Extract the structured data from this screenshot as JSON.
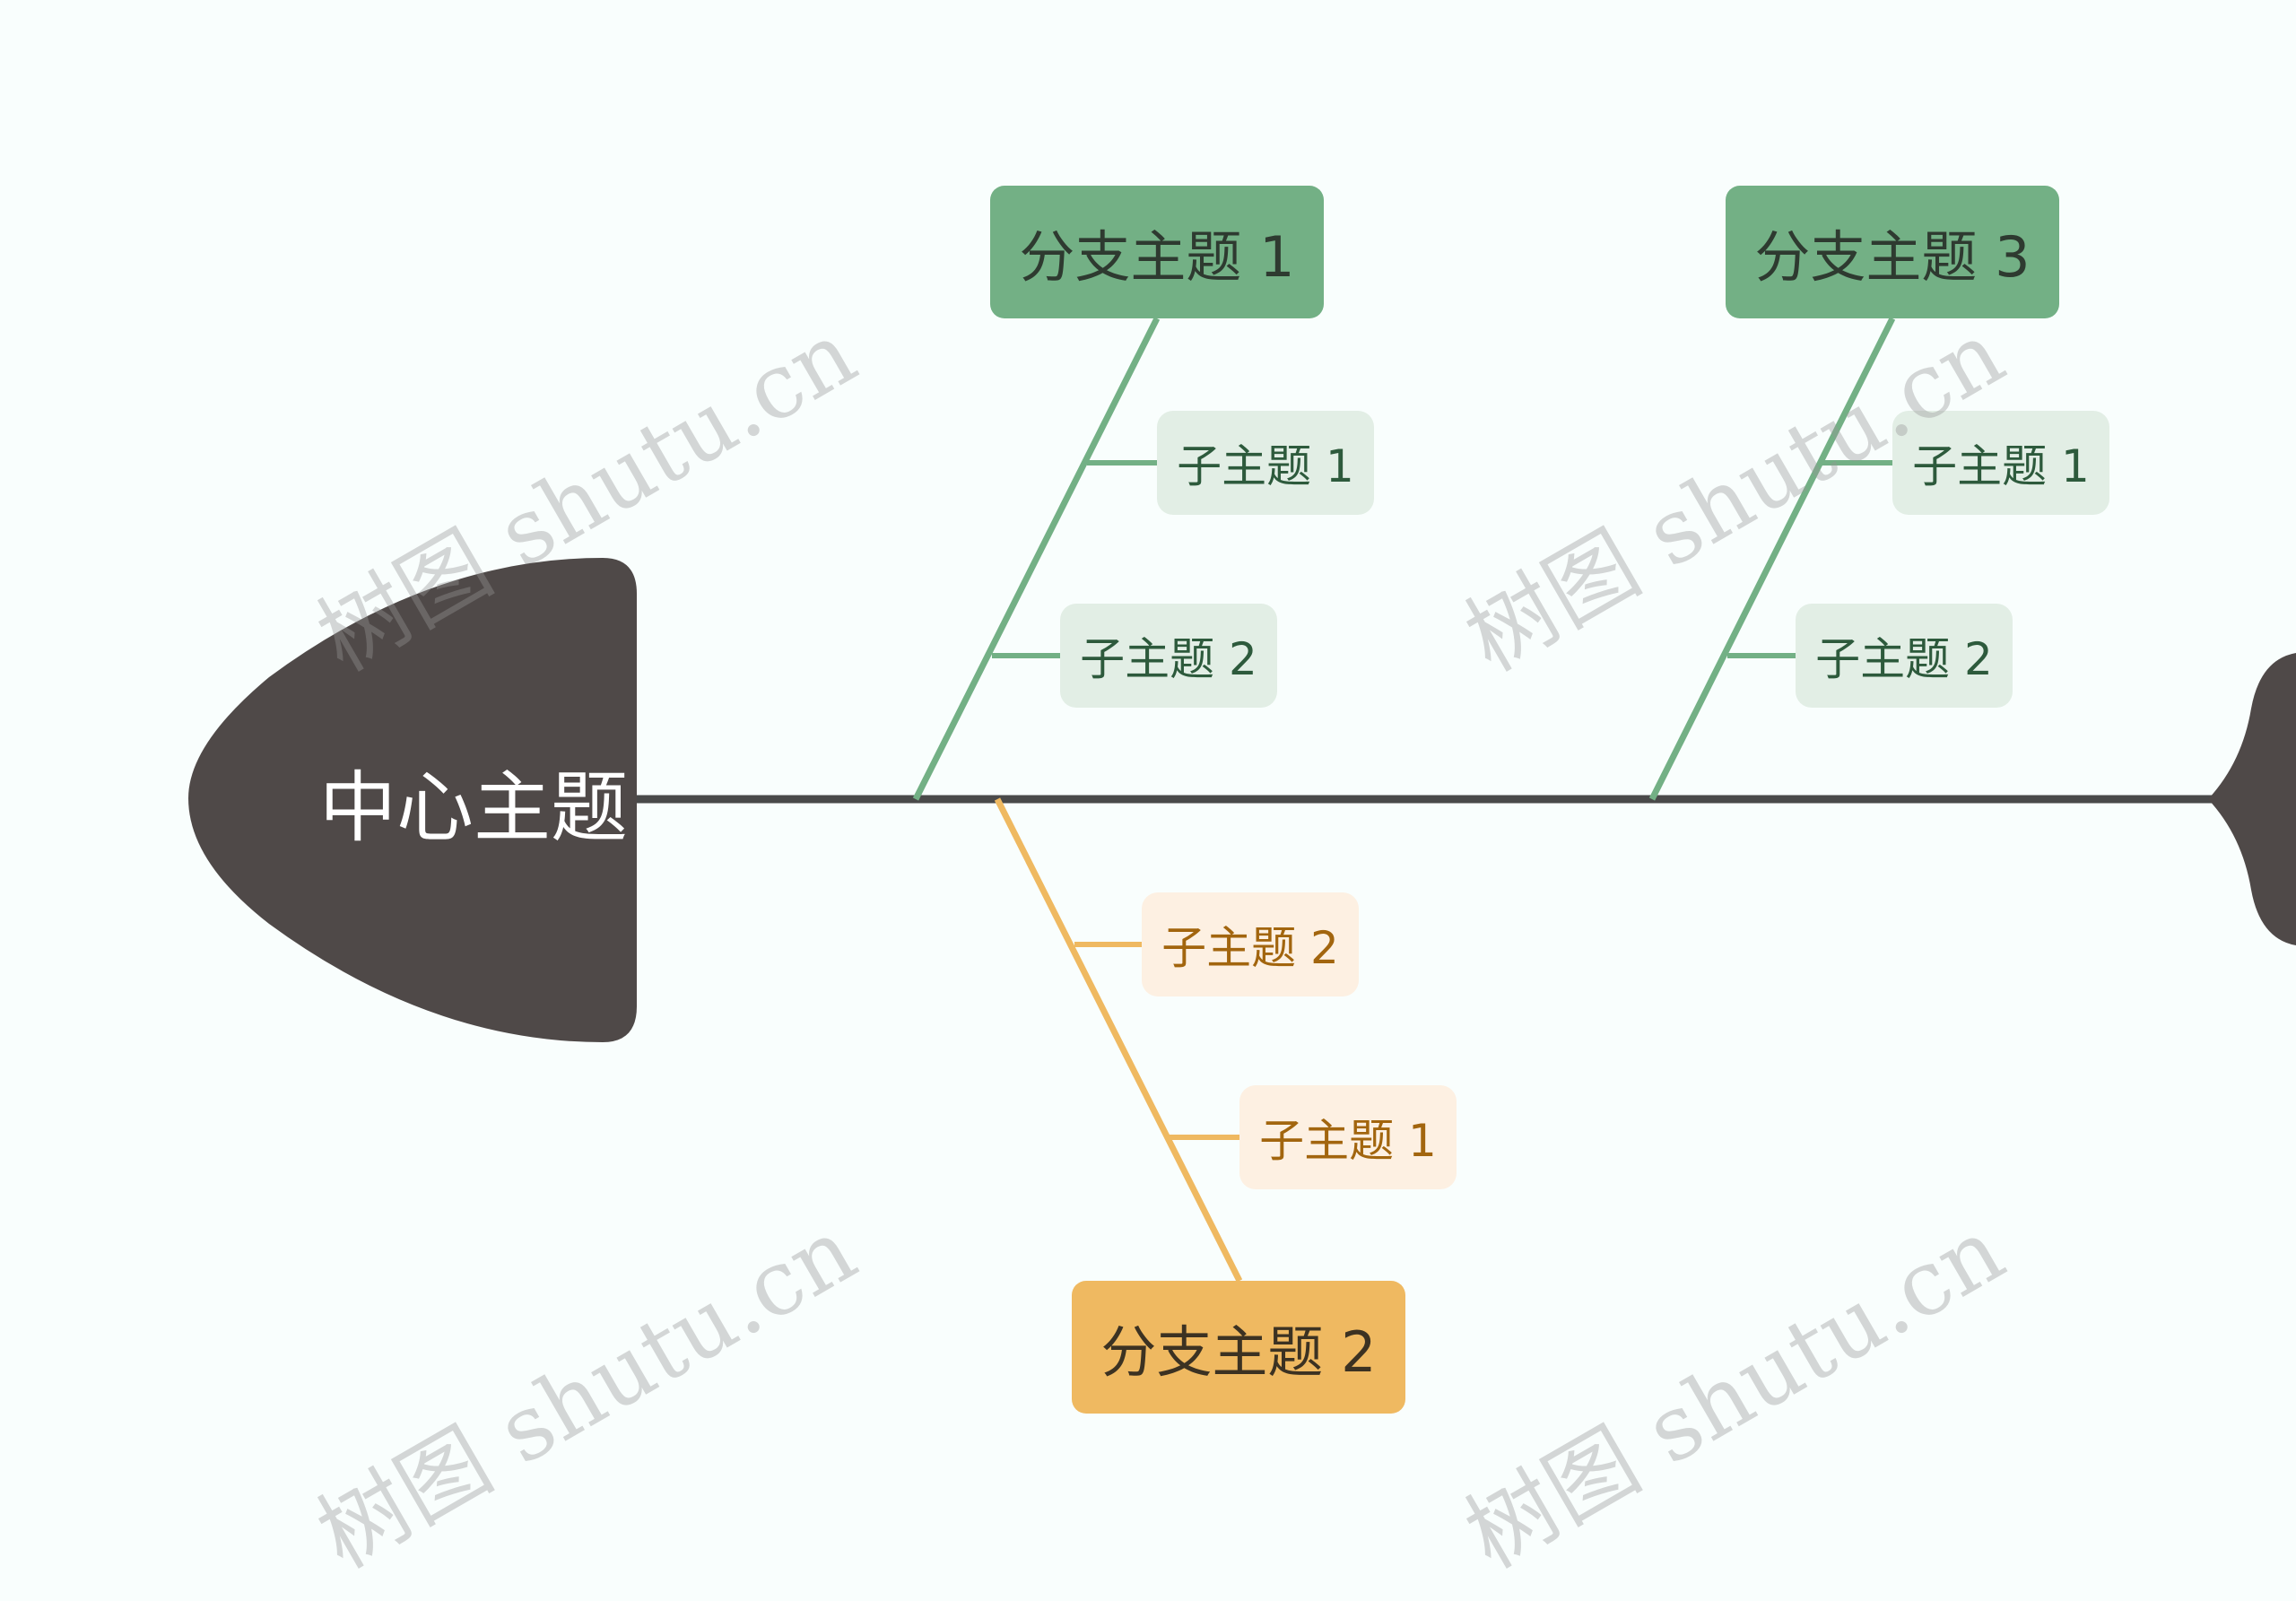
{
  "diagram": {
    "type": "fishbone",
    "center": {
      "label": "中心主题",
      "color": "#4f4948"
    },
    "spine_color": "#4a4a4a",
    "branches": [
      {
        "label": "分支主题 1",
        "side": "top",
        "color": "#73b085",
        "subtopics": [
          "子主题 1",
          "子主题 2"
        ]
      },
      {
        "label": "分支主题 2",
        "side": "bottom",
        "color": "#efb961",
        "subtopics": [
          "子主题 2",
          "子主题 1"
        ]
      },
      {
        "label": "分支主题 3",
        "side": "top",
        "color": "#73b085",
        "subtopics": [
          "子主题 1",
          "子主题 2"
        ]
      }
    ]
  },
  "watermark": {
    "text": "树图 shutu.cn"
  }
}
